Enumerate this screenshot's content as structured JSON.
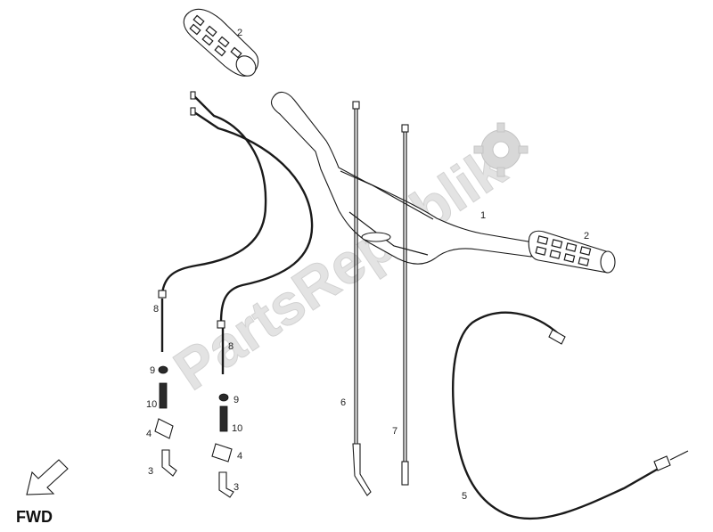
{
  "watermark": {
    "text": "PartsRepublik",
    "color": "#e3e3e3"
  },
  "direction_label": "FWD",
  "callouts": {
    "handlebar": "1",
    "grip_top": "2",
    "grip_right": "2",
    "throttle_cable": "5",
    "cable_6": "6",
    "cable_7": "7",
    "bolt_left": "8",
    "bolt_right": "8",
    "nut_left": "9",
    "nut_right": "9",
    "spring_left": "10",
    "spring_right": "10",
    "sleeve_left": "4",
    "sleeve_right": "4",
    "lever_left": "3",
    "lever_right": "3"
  },
  "icons": {
    "watermark": "gear-icon",
    "direction": "arrow-icon"
  }
}
